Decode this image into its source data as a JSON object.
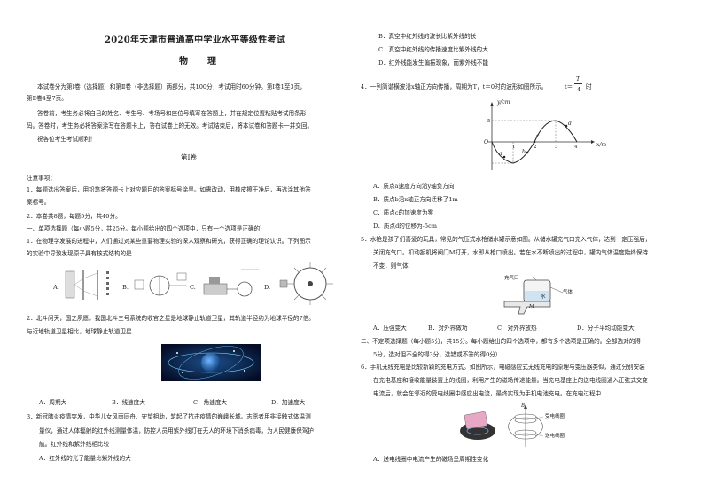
{
  "exam": {
    "title": "2020年天津市普通高中学业水平等级性考试",
    "subject": "物　理",
    "intro": [
      "本试卷分为第Ⅰ卷（选择题）和第Ⅱ卷（非选择题）两部分，共100分，考试用时60分钟。第Ⅰ卷1至3页，",
      "第Ⅱ卷4至7页。",
      "答卷前，考生务必将自己的姓名、考生号、考场号和座位号填写在答题上，并在规定位置粘贴考试用条形",
      "码。答卷时，考生务必将答案涂写在答题卡上，答在试卷上的无效。考试结束后，将本试卷和答题卡一并交回。",
      "祝各位考生考试顺利！"
    ],
    "section1": "第Ⅰ卷",
    "notes_title": "注意事项：",
    "notes": [
      "1．每题选出答案后，用铅笔将答题卡上对应题目的答案标号涂黑。如需改动，用橡皮擦干净后，再选涂其他答",
      "案标号。",
      "2．本卷共8题，每题5分，共40分。",
      "一、单项选择题（每小题5分，共25分。每小题给出的四个选项中，只有一个选项是正确的）"
    ],
    "q1": {
      "stem": [
        "1．在物理学发展的进程中，人们通过对某些重要物理实验的深入观察和研究，获得正确的理论认识。下列图示",
        "的实验中导致发现原子具有核式结构的是"
      ],
      "options": [
        "A.",
        "B.",
        "C.",
        "D."
      ]
    },
    "q2": {
      "stem": [
        "2．北斗问天，国之夙愿。我国北斗三号系统的收官之星是地球静止轨道卫星，其轨道半径约为地球半径的7倍。",
        "与近地轨道卫星相比，地球静止轨道卫星"
      ],
      "options": [
        "A．周期大",
        "B．线速度大",
        "C．角速度大",
        "D．加速度大"
      ]
    },
    "q3": {
      "stem": [
        "3．新冠肺炎疫情突发，中华儿女风雨同舟、守望相助，筑起了抗击疫情的巍峨长城。志愿者用非接触式体温测",
        "量仪，通过人体辐射的红外线测量体温，防控人员用紫外线灯在无人的环境下消杀病毒，为人民健康保驾护",
        "航。红外线和紫外线相比较"
      ],
      "optionA": "A．红外线的光子能量比紫外线的大"
    },
    "q3_right": [
      "B．真空中红外线的波长比紫外线的长",
      "C．真空中红外线的传播速度比紫外线的大",
      "D．红外线能发生偏振现象，而紫外线不能"
    ],
    "q4": {
      "stem": "4．一列简谐横波沿x轴正方向传播，周期为T，t＝0时的波形如图所示。",
      "time_pre": "t＝",
      "time_num": "T",
      "time_den": "4",
      "time_post": "时",
      "graph": {
        "ylabel": "y/cm",
        "xlabel": "x/m",
        "origin": "O",
        "points": [
          "a",
          "b",
          "c",
          "d"
        ],
        "ticks": [
          "1",
          "2",
          "3",
          "4",
          "5"
        ]
      },
      "options": [
        "A．质点a速度方向沿y轴负方向",
        "B．质点b沿x轴正方向迁移了1m",
        "C．质点c的加速度为零",
        "D．质点d的位移为-5cm"
      ]
    },
    "q5": {
      "stem": [
        "5．水枪是孩子们喜爱的玩具，常见的气压式水枪储水罐示意如图。从储水罐充气口充入气体，达到一定压强后，",
        "关闭充气口。扣动扳机将阀门M打开，水即从枪口喷出。若在水不断喷出的过程中，罐内气体温度始终保持",
        "不变，则气体"
      ],
      "figure_labels": {
        "inlet": "充气口",
        "gas": "气体",
        "water": "水",
        "valve": "M"
      },
      "options": [
        "A．压强变大",
        "B．对外界做功",
        "C．对外界放热",
        "D．分子平均动能变大"
      ]
    },
    "section2": "二、不定项选择题（每小题5分，共15分。每小题给出的四个选项中，都有多个选项是正确的。全部选对的得",
    "section2b": "5分，选对但不全的得3分，选错或不答的得0分）",
    "q6": {
      "stem": [
        "6．手机无线充电是比较新颖的充电方式。如图所示，电磁感应式无线充电的原理与变压器类似，通过分别安装",
        "在充电基座和接收能量装置上的线圈，利用产生的磁场传递能量。当充电基座上的送电线圈通入正弦式交变",
        "电流后，就会在邻近的受电线圈中感应出电流，最终实现为手机电池充电。在充电过程中"
      ],
      "figure_labels": {
        "field": "B",
        "receive": "受电线圈",
        "send": "送电线圈"
      },
      "optionA": "A．送电线圈中电流产生的磁场呈周期性变化"
    }
  }
}
